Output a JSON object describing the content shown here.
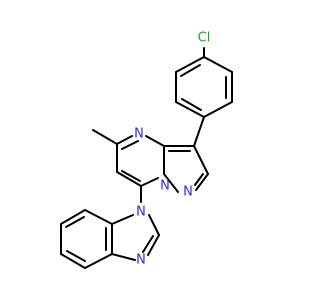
{
  "atoms": {
    "cl": "Cl",
    "n_ring_top": "N",
    "n_pyrazole": "N",
    "n_bridge": "N",
    "n_benz_top": "N",
    "n_benz_bottom": "N"
  },
  "colors": {
    "bond": "#000000",
    "nitrogen": "#2f2fd6",
    "chlorine": "#2e9b2e",
    "background": "#ffffff"
  }
}
